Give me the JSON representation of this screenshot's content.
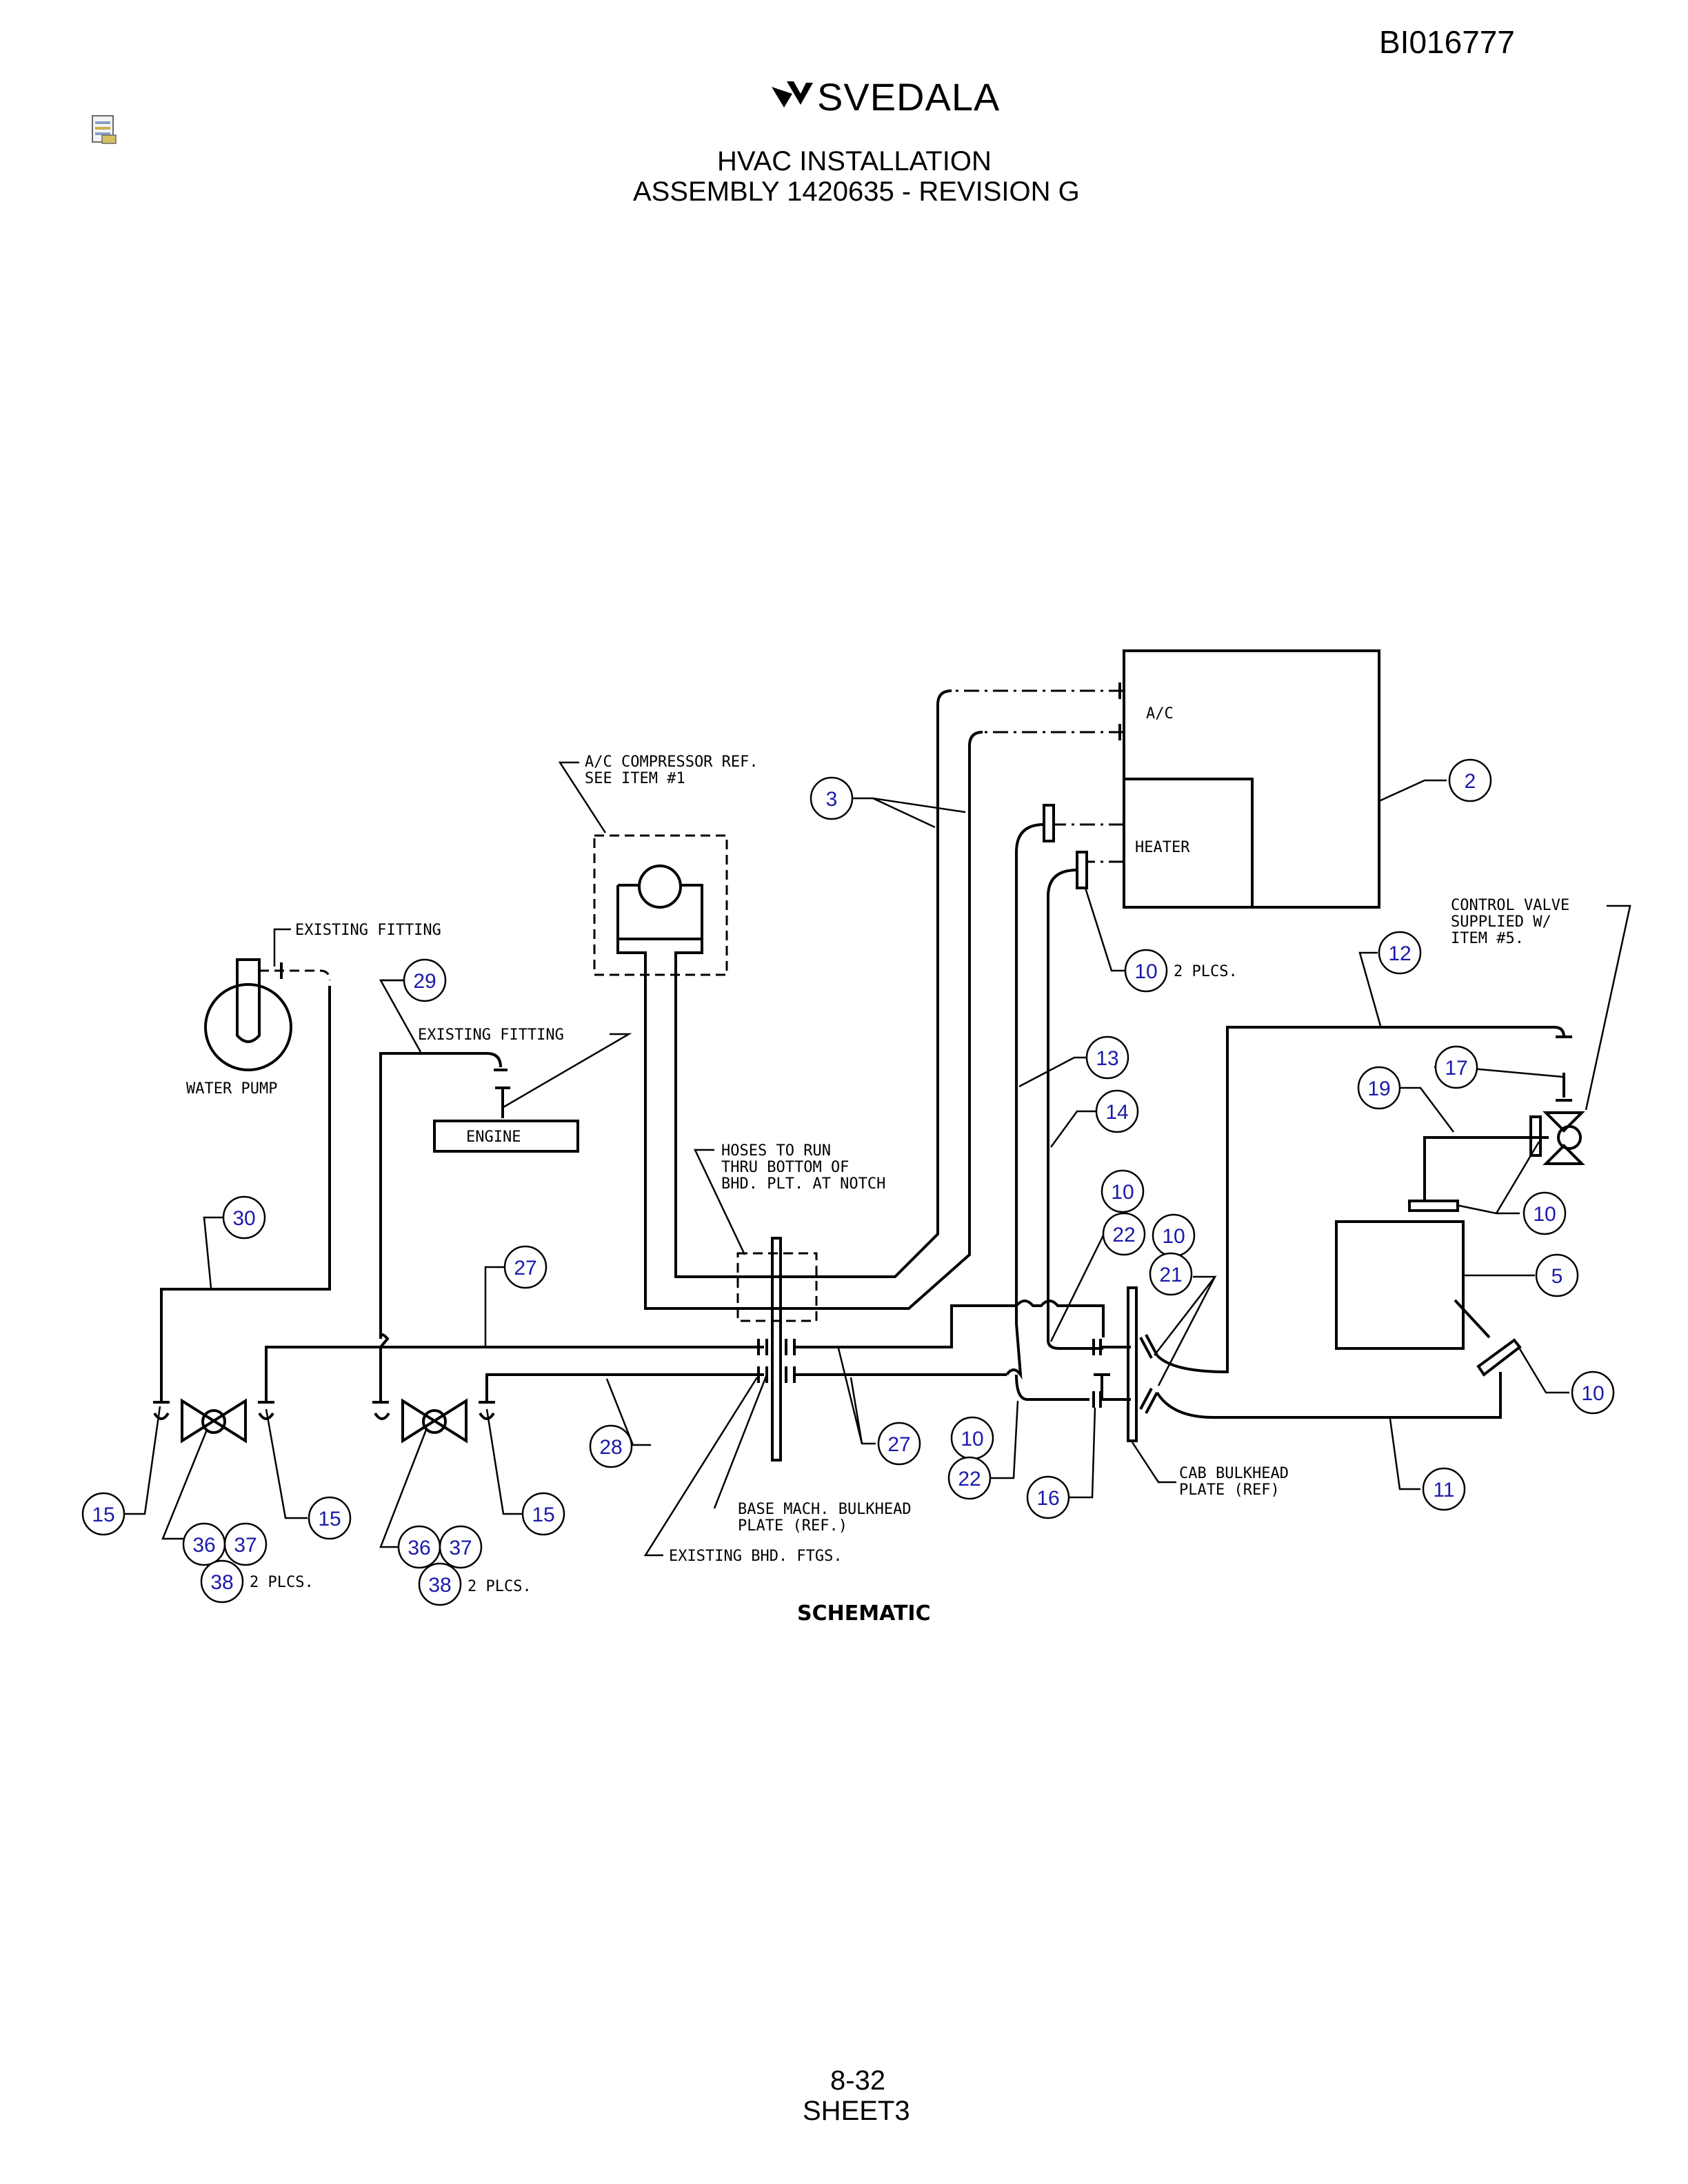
{
  "header": {
    "doc_id": "BI016777",
    "logo": "SVEDALA",
    "title_line1": "HVAC INSTALLATION",
    "title_line2": "ASSEMBLY 1420635 - REVISION G"
  },
  "footer": {
    "page": "8-32",
    "sheet": "SHEET3"
  },
  "colors": {
    "line": "#000000",
    "bubble_text": "#1a1aaa"
  },
  "labels": {
    "ac": "A/C",
    "heater": "HEATER",
    "ac_compressor_1": "A/C COMPRESSOR REF.",
    "ac_compressor_2": "SEE ITEM #1",
    "existing_fitting_top": "EXISTING FITTING",
    "existing_fitting_mid": "EXISTING FITTING",
    "water_pump": "WATER PUMP",
    "engine": "ENGINE",
    "hoses_1": "HOSES TO RUN",
    "hoses_2": "THRU BOTTOM OF",
    "hoses_3": "BHD. PLT. AT NOTCH",
    "control_valve_1": "CONTROL VALVE",
    "control_valve_2": "SUPPLIED W/",
    "control_valve_3": "ITEM #5.",
    "two_plcs_10": "2 PLCS.",
    "base_mach_1": "BASE MACH. BULKHEAD",
    "base_mach_2": "PLATE (REF.)",
    "existing_bhd": "EXISTING BHD. FTGS.",
    "cab_bulkhead_1": "CAB BULKHEAD",
    "cab_bulkhead_2": "PLATE (REF)",
    "two_plcs_38a": "2 PLCS.",
    "two_plcs_38b": "2 PLCS.",
    "schematic": "SCHEMATIC"
  },
  "callouts": {
    "c2": "2",
    "c3": "3",
    "c5": "5",
    "c10a": "10",
    "c10b": "10",
    "c10c": "10",
    "c10d": "10",
    "c10e": "10",
    "c10f": "10",
    "c11": "11",
    "c12": "12",
    "c13": "13",
    "c14": "14",
    "c15a": "15",
    "c15b": "15",
    "c15c": "15",
    "c16": "16",
    "c17": "17",
    "c19": "19",
    "c21": "21",
    "c22a": "22",
    "c22b": "22",
    "c27a": "27",
    "c27b": "27",
    "c28": "28",
    "c29": "29",
    "c30": "30",
    "c36a": "36",
    "c37a": "37",
    "c38a": "38",
    "c36b": "36",
    "c37b": "37",
    "c38b": "38"
  }
}
